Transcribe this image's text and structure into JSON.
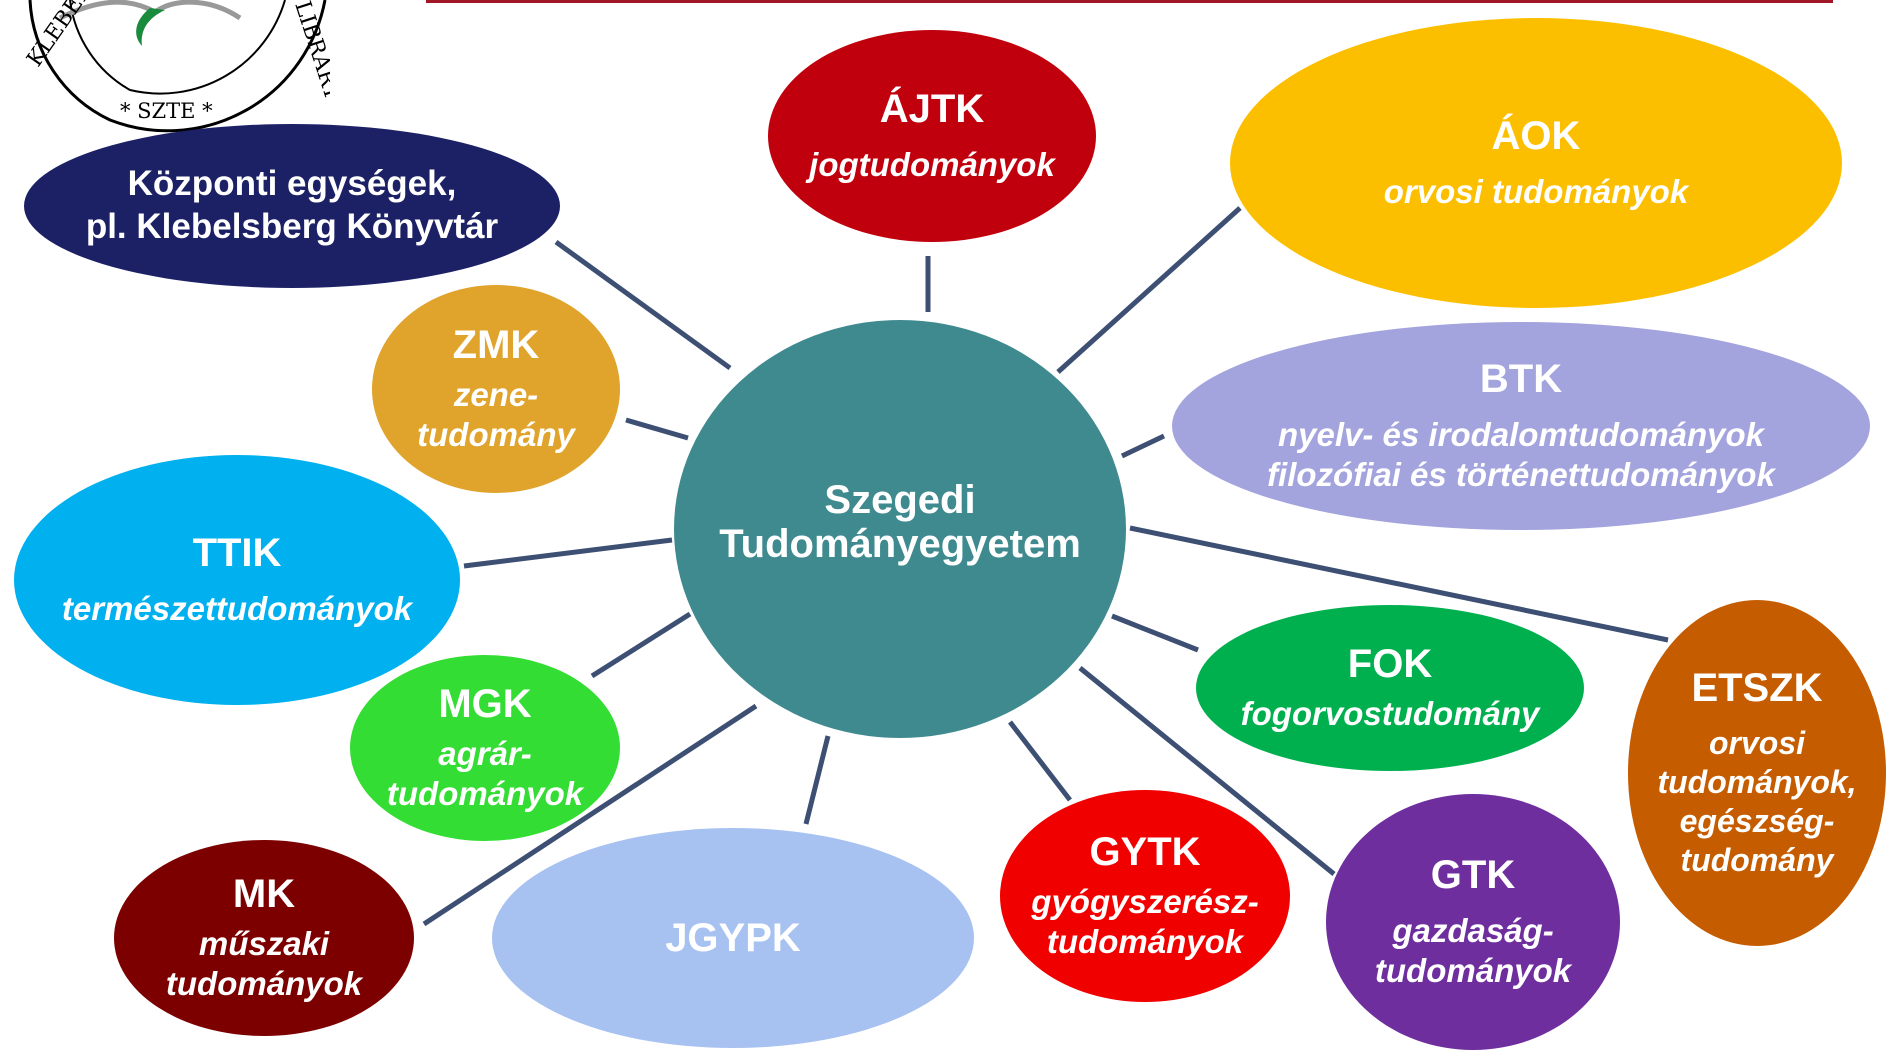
{
  "logo": {
    "left_text": "KLEBELSB",
    "right_text": "LIBRARY",
    "bottom_text": "* SZTE *"
  },
  "colors": {
    "connector": "#3d4f73",
    "title_rule": "#a01828"
  },
  "center": {
    "label": "Szegedi\nTudományegyetem",
    "color": "#3f8a8f"
  },
  "nodes": {
    "kozponti": {
      "field": "Központi egységek,\npl. Klebelsberg Könyvtár",
      "color": "#1c2166"
    },
    "ajtk": {
      "code": "ÁJTK",
      "field": "jogtudományok",
      "color": "#c0000c"
    },
    "aok": {
      "code": "ÁOK",
      "field": "orvosi tudományok",
      "color": "#fcbf00"
    },
    "btk": {
      "code": "BTK",
      "field": "nyelv- és irodalomtudományok\nfilozófiai és történettudományok",
      "color": "#a3a3dd"
    },
    "zmk": {
      "code": "ZMK",
      "field": "zene-\ntudomány",
      "color": "#e0a32c"
    },
    "ttik": {
      "code": "TTIK",
      "field": "természettudományok",
      "color": "#00b0ef"
    },
    "mgk": {
      "code": "MGK",
      "field": "agrár-\ntudományok",
      "color": "#33dd33"
    },
    "mk": {
      "code": "MK",
      "field": "műszaki\ntudományok",
      "color": "#7d0000"
    },
    "jgypk": {
      "code": "JGYPK",
      "color": "#a7c1f1"
    },
    "gytk": {
      "code": "GYTK",
      "field": "gyógyszerész-\ntudományok",
      "color": "#f10000"
    },
    "gtk": {
      "code": "GTK",
      "field": "gazdaság-\ntudományok",
      "color": "#6f2e9e"
    },
    "fok": {
      "code": "FOK",
      "field": "fogorvostudomány",
      "color": "#00b04f"
    },
    "etszk": {
      "code": "ETSZK",
      "field": "orvosi\ntudományok,\negészség-\ntudomány",
      "color": "#c55c00"
    }
  }
}
